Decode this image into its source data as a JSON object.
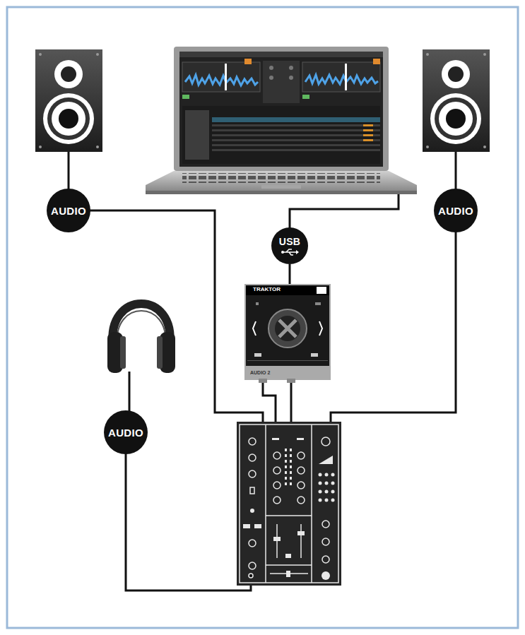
{
  "diagram": {
    "nodes": [
      {
        "text": [
          "AUDIO"
        ]
      },
      {
        "text": [
          "AUDIO"
        ]
      },
      {
        "text": [
          "USB"
        ]
      },
      {
        "text": [
          "TRAKTOR",
          "AUDIO 2"
        ]
      },
      {
        "text": [
          "AUDIO"
        ]
      }
    ],
    "edges": [
      {
        "from": 2,
        "to": 3,
        "arrow": "none"
      }
    ]
  }
}
